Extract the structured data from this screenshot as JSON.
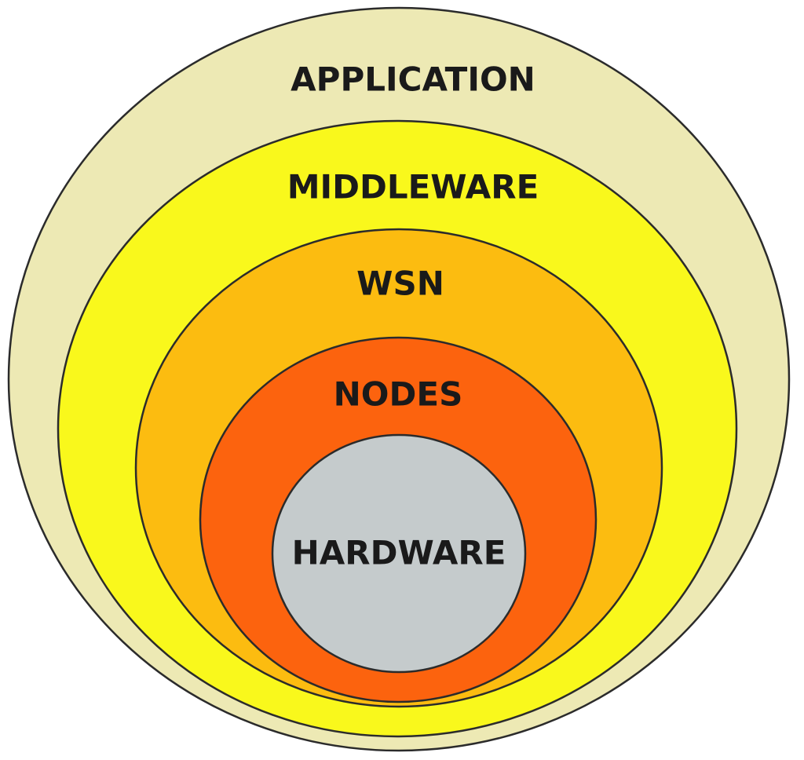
{
  "diagram": {
    "layers": [
      {
        "label": "APPLICATION",
        "color": "#ede9b4"
      },
      {
        "label": "MIDDLEWARE",
        "color": "#f9f81c"
      },
      {
        "label": "WSN",
        "color": "#fcbc10"
      },
      {
        "label": "NODES",
        "color": "#fc630e"
      },
      {
        "label": "HARDWARE",
        "color": "#c5cbcc"
      }
    ]
  }
}
